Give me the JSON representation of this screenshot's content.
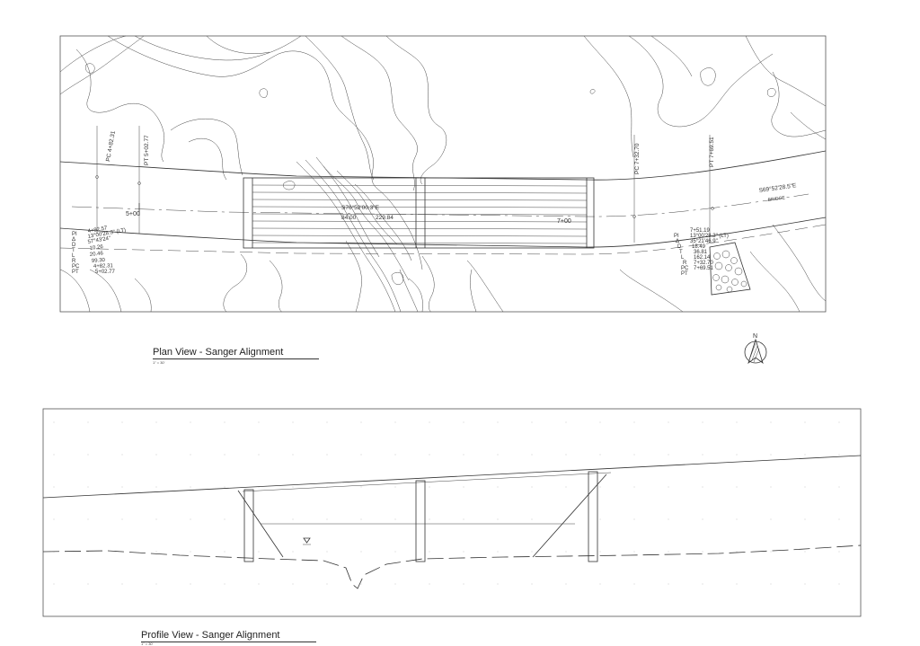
{
  "plan": {
    "title": "Plan View - Sanger Alignment",
    "scale": "1\" = 30'",
    "north": "N",
    "stations": [
      "5+00",
      "7+00"
    ],
    "bearing_main": "S76°52'00.3\"E",
    "bearing_east": "S69°52'28.5\"E",
    "dim_a": "84.00",
    "dim_b": "229.84",
    "pc_west": "PC 4+82.31",
    "pt_west": "PT 5+02.77",
    "pc_east": "PC 7+32.70",
    "pt_east": "PT 7+69.51",
    "curve_west": {
      "labels": [
        "PI",
        "Δ",
        "D",
        "T",
        "L",
        "R",
        "PC",
        "PT"
      ],
      "values": [
        "4+92.57",
        "13°00'28.3\" (LT)",
        "57°43'24\"",
        "10.26",
        "20.46",
        "99.30",
        "4+82.31",
        "5+02.77"
      ]
    },
    "curve_east": {
      "labels": [
        "PI",
        "Δ",
        "D",
        "T",
        "L",
        "R",
        "PC",
        "PT"
      ],
      "values": [
        "7+51.19",
        "13°00'28.3\" (LT)",
        "35°21'46.9\"",
        "18.49",
        "36.81",
        "162.14",
        "7+32.70",
        "7+69.51"
      ]
    },
    "small_label": "BRIDGE"
  },
  "profile": {
    "title": "Profile View - Sanger Alignment",
    "scale": "1\" = 30'"
  }
}
